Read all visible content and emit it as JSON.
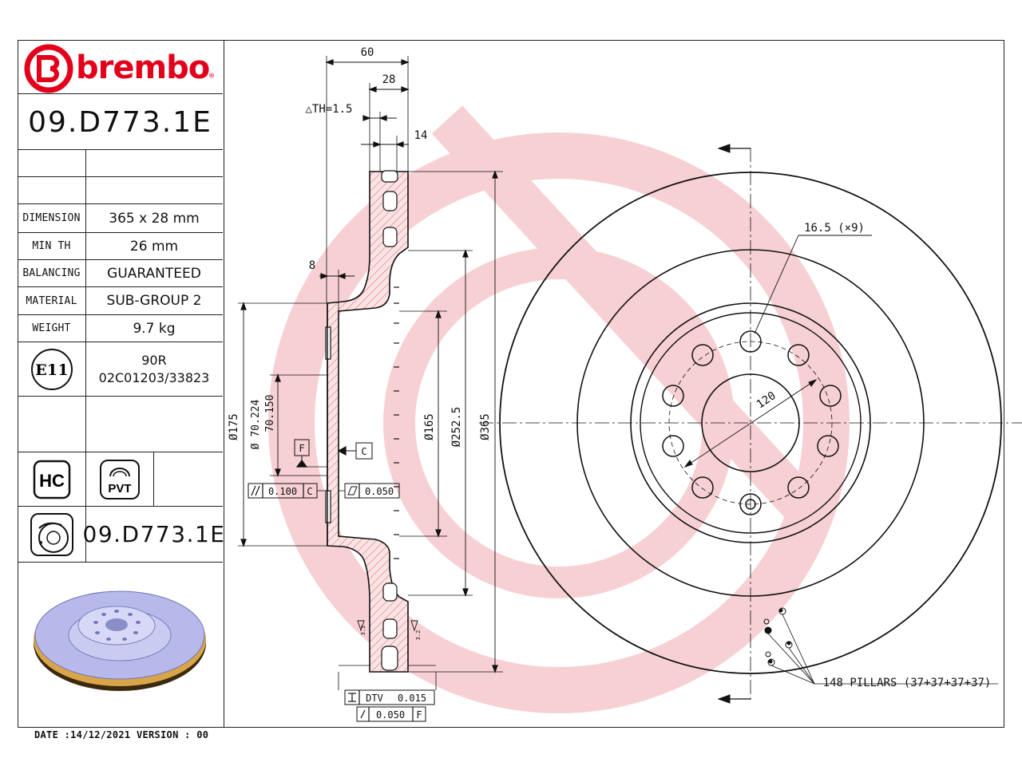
{
  "brand": {
    "name": "brembo",
    "reg": "®"
  },
  "part_number": "09.D773.1E",
  "specs": [
    {
      "label": "DIMENSION",
      "value": "365 x 28 mm"
    },
    {
      "label": "MIN TH",
      "value": "26 mm"
    },
    {
      "label": "BALANCING",
      "value": "GUARANTEED"
    },
    {
      "label": "MATERIAL",
      "value": "SUB-GROUP 2"
    },
    {
      "label": "WEIGHT",
      "value": "9.7 kg"
    }
  ],
  "homologation": {
    "mark": "E11",
    "line1": "90R",
    "line2": "02C01203/33823"
  },
  "features": {
    "hc": "HC",
    "pvt": "PVT"
  },
  "part_number_bottom": "09.D773.1E",
  "footer": {
    "date_label": "DATE :",
    "date": "14/12/2021",
    "version_label": "VERSION :",
    "version": "00"
  },
  "dimensions": {
    "width_total": "60",
    "width_28": "28",
    "th": "△TH=1.5",
    "w14": "14",
    "w8": "8",
    "d175": "Ø175",
    "d70": "Ø 70.224",
    "d70b": "70.150",
    "d165": "Ø165",
    "d252": "Ø252.5",
    "d365": "Ø365",
    "datum_f": "F",
    "datum_c": "C",
    "tol_par": "0.100",
    "tol_par_ref": "C",
    "tol_flat": "0.050",
    "dtv_label": "DTV",
    "dtv_value": "0.015",
    "runout_value": "0.050",
    "runout_ref": "F",
    "rough_left": "3.2",
    "rough_right": "3.2",
    "holes": "16.5 (×9)",
    "pcd": "120",
    "pillars": "148 PILLARS (37+37+37+37)"
  },
  "colors": {
    "brand_red": "#e2001a",
    "watermark": "#f6c9cc",
    "hatch": "#e9a3a6"
  }
}
